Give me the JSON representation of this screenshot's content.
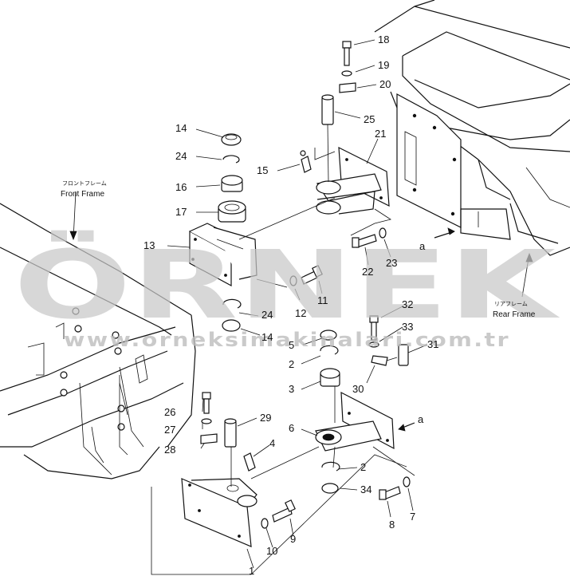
{
  "frames": {
    "front_jp": "フロントフレーム",
    "front_en": "Front Frame",
    "rear_jp": "リアフレーム",
    "rear_en": "Rear Frame"
  },
  "arrows": {
    "a_upper": "a",
    "a_lower": "a"
  },
  "watermark": {
    "brand": "ÖRNEK",
    "url": "www.orneksimakinalari.com.tr"
  },
  "callouts": {
    "n1": "1",
    "n2a": "2",
    "n2b": "2",
    "n3": "3",
    "n4": "4",
    "n5": "5",
    "n6": "6",
    "n7": "7",
    "n8": "8",
    "n9": "9",
    "n10": "10",
    "n11": "11",
    "n12": "12",
    "n13": "13",
    "n14a": "14",
    "n14b": "14",
    "n15": "15",
    "n16": "16",
    "n17": "17",
    "n18": "18",
    "n19": "19",
    "n20": "20",
    "n21": "21",
    "n22": "22",
    "n23": "23",
    "n24a": "24",
    "n24b": "24",
    "n25": "25",
    "n26": "26",
    "n27": "27",
    "n28": "28",
    "n29": "29",
    "n30": "30",
    "n31": "31",
    "n32": "32",
    "n33": "33",
    "n34": "34"
  }
}
